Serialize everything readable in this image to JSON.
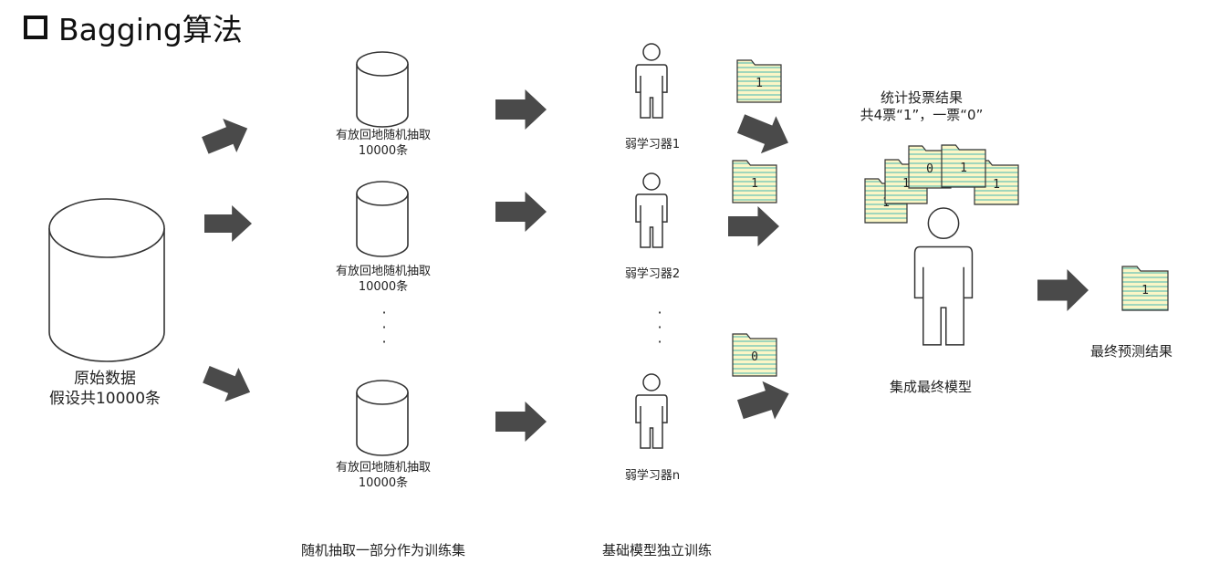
{
  "title": "Bagging算法",
  "original": {
    "line1": "原始数据",
    "line2": "假设共10000条"
  },
  "samples": [
    {
      "line1": "有放回地随机抽取",
      "line2": "10000条"
    },
    {
      "line1": "有放回地随机抽取",
      "line2": "10000条"
    },
    {
      "line1": "有放回地随机抽取",
      "line2": "10000条"
    }
  ],
  "learners": [
    "弱学习器1",
    "弱学习器2",
    "弱学习器n"
  ],
  "learner_votes": [
    "1",
    "1",
    "0"
  ],
  "vote_summary": {
    "line1": "统计投票结果",
    "line2": "共4票“1”，一票“0”"
  },
  "ensemble_votes": [
    "1",
    "1",
    "0",
    "1",
    "1"
  ],
  "ensemble_label": "集成最终模型",
  "final": {
    "value": "1",
    "label": "最终预测结果"
  },
  "ellipsis": "·",
  "stages": {
    "sampling": "随机抽取一部分作为训练集",
    "training": "基础模型独立训练"
  },
  "colors": {
    "arrow": "#4a4a4a",
    "doc_fill": "#fbf6c6",
    "doc_line": "#6fc6b6",
    "outline": "#333333"
  }
}
